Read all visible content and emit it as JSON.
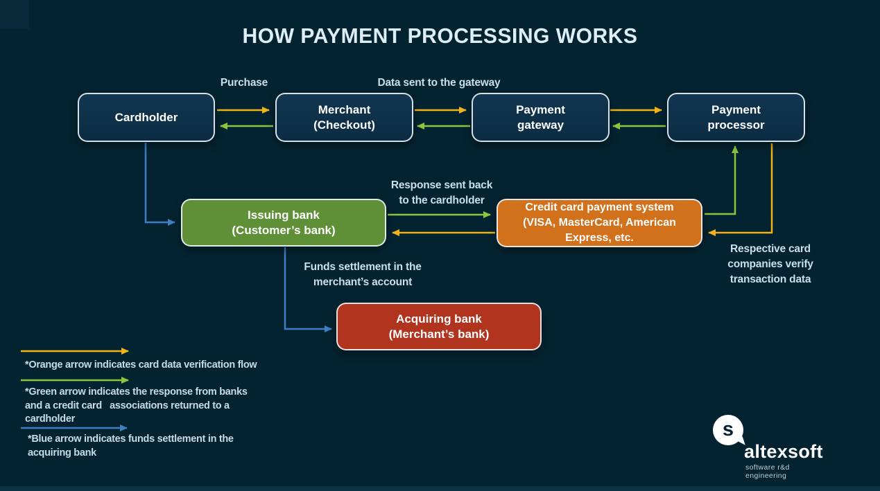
{
  "title": "HOW PAYMENT PROCESSING WORKS",
  "nodes": {
    "cardholder": {
      "label": "Cardholder"
    },
    "merchant": {
      "label": "Merchant\n(Checkout)"
    },
    "gateway": {
      "label": "Payment\ngateway"
    },
    "processor": {
      "label": "Payment\nprocessor"
    },
    "issuing_bank": {
      "label": "Issuing bank\n(Customer’s bank)"
    },
    "card_system": {
      "label": "Credit card payment system\n(VISA, MasterCard, American\nExpress, etc."
    },
    "acquiring_bank": {
      "label": "Acquiring bank\n(Merchant’s bank)"
    }
  },
  "flow_labels": {
    "purchase": "Purchase",
    "data_to_gateway": "Data sent to the gateway",
    "response": "Response sent back\nto the cardholder",
    "verify": "Respective card\ncompanies verify\ntransaction data",
    "funds": "Funds settlement in the\nmerchant’s account"
  },
  "legend": {
    "orange": "*Orange arrow indicates card data verification flow",
    "green": "*Green arrow indicates the response from banks\nand a credit card   associations returned to a\ncardholder",
    "blue": "*Blue arrow indicates funds settlement in the\nacquiring bank"
  },
  "logo": {
    "glyph": "s",
    "name": "altexsoft",
    "tagline": "software r&d engineering"
  },
  "colors": {
    "background": "#042330",
    "box_navy": "#0e3148",
    "box_green": "#5f9038",
    "box_orange": "#d2711c",
    "box_red": "#b1341f",
    "arrow_yellow": "#f0b41a",
    "arrow_green": "#8cc63f",
    "arrow_blue": "#3e7fc1",
    "label_text": "#c9dfec"
  }
}
